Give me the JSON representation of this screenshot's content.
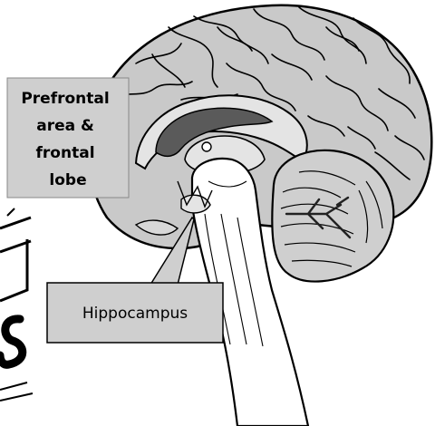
{
  "diagram": {
    "subject": "brain-sagittal-section",
    "labels": {
      "prefrontal": [
        "Prefrontal",
        "area &",
        "frontal",
        "lobe"
      ],
      "hippocampus": "Hippocampus"
    },
    "colors": {
      "background": "#ffffff",
      "cortex_fill": "#c9c9c9",
      "inner_fill": "#e4e4e4",
      "ventricle_fill": "#5a5a5a",
      "callout_fill": "#cfcfcf",
      "outline": "#000000"
    }
  }
}
